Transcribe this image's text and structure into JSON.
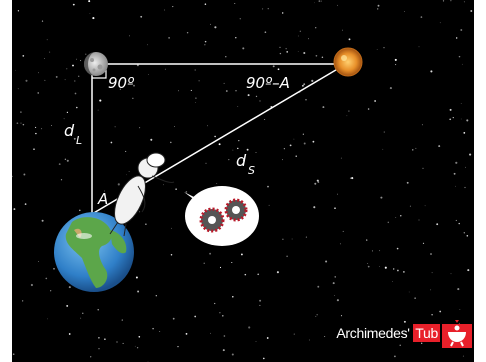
{
  "labels": {
    "angle_moon": "90º",
    "angle_sun": "90º–A",
    "dist_moon": "d",
    "dist_moon_sub": "L",
    "dist_sun": "d",
    "dist_sun_sub": "S",
    "angle_earth": "A"
  },
  "brand": {
    "text_main": "Archimedes'",
    "text_tub": "Tub"
  },
  "icons": [
    "moon-icon",
    "sun-icon",
    "earth-icon",
    "archimedes-figure",
    "gears-thought-bubble",
    "bathtub-logo-icon"
  ],
  "colors": {
    "background": "#000000",
    "lines": "#ffffff",
    "sun": "#e8902a",
    "moon": "#c8c8c8",
    "ocean": "#3a8fd8",
    "land": "#5ca64a",
    "brand_red": "#e8202a"
  }
}
